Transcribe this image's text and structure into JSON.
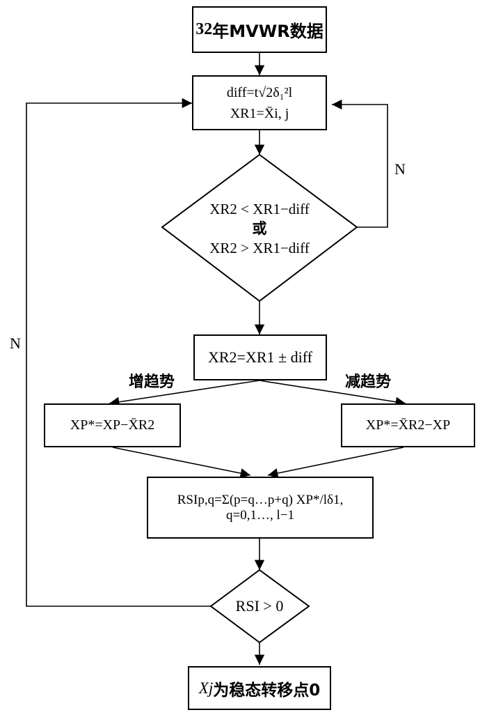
{
  "nodes": {
    "start": {
      "num": "32",
      "text": "年MVWR数据"
    },
    "init": {
      "line1": "diff=t√2δ₁²l",
      "line2": "XR1=X̄i, j"
    },
    "decision1": {
      "line1": "XR2 < XR1−diff",
      "line2": "或",
      "line3": "XR2 > XR1−diff"
    },
    "update": {
      "text": "XR2=XR1 ± diff"
    },
    "branch_up": {
      "label": "增趋势",
      "formula": "XP*=XP−X̄R2"
    },
    "branch_down": {
      "label": "减趋势",
      "formula": "XP*=X̄R2−XP"
    },
    "rsi": {
      "formula": "RSIp,q=Σ(p=q…p+q) XP*/lδ1, q=0,1…, l−1"
    },
    "decision2": {
      "text": "RSI > 0"
    },
    "end": {
      "var": "Xj",
      "text": "为稳态转移点0"
    }
  },
  "edges": [
    {
      "from": "start",
      "to": "init"
    },
    {
      "from": "init",
      "to": "decision1"
    },
    {
      "from": "decision1",
      "to": "init",
      "label": "N"
    },
    {
      "from": "decision1",
      "to": "update"
    },
    {
      "from": "update",
      "to": "branch_up",
      "label": "增趋势"
    },
    {
      "from": "update",
      "to": "branch_down",
      "label": "减趋势"
    },
    {
      "from": "branch_up",
      "to": "rsi"
    },
    {
      "from": "branch_down",
      "to": "rsi"
    },
    {
      "from": "rsi",
      "to": "decision2"
    },
    {
      "from": "decision2",
      "to": "init",
      "label": "N"
    },
    {
      "from": "decision2",
      "to": "end"
    }
  ],
  "labels": {
    "n_right": "N",
    "n_left": "N"
  },
  "colors": {
    "stroke": "#000000",
    "fill": "#ffffff"
  }
}
